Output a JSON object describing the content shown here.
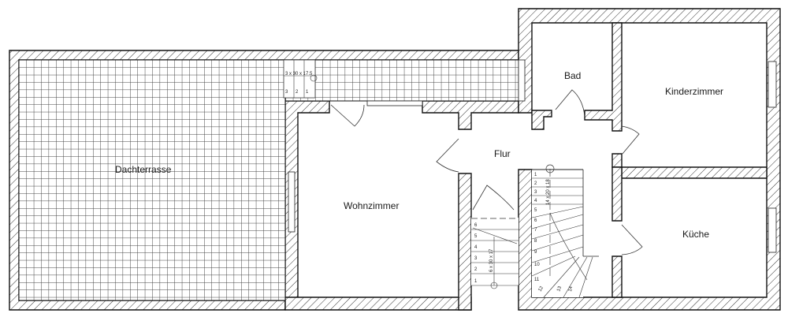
{
  "plan": {
    "title": "Grundriss Dachgeschoss",
    "colors": {
      "wall_stroke": "#111111",
      "hatch": "#333333",
      "tile_grid": "#555555",
      "background": "#ffffff"
    },
    "rooms": [
      {
        "id": "dachterrasse",
        "label": "Dachterrasse"
      },
      {
        "id": "wohnzimmer",
        "label": "Wohnzimmer"
      },
      {
        "id": "flur",
        "label": "Flur"
      },
      {
        "id": "bad",
        "label": "Bad"
      },
      {
        "id": "kinderzimmer",
        "label": "Kinderzimmer"
      },
      {
        "id": "kueche",
        "label": "Küche"
      }
    ],
    "stairs": [
      {
        "id": "stair-terrace",
        "dimension": "3 x 30 x 17.5",
        "steps": [
          "1",
          "2",
          "3"
        ]
      },
      {
        "id": "stair-left",
        "dimension": "6 x 30 x 17",
        "steps": [
          "1",
          "2",
          "3",
          "4",
          "5",
          "6"
        ]
      },
      {
        "id": "stair-right",
        "dimension": "14 x 20 x 18",
        "steps": [
          "1",
          "2",
          "3",
          "4",
          "5",
          "6",
          "7",
          "8",
          "9",
          "10",
          "11",
          "12",
          "13",
          "14"
        ]
      }
    ]
  }
}
